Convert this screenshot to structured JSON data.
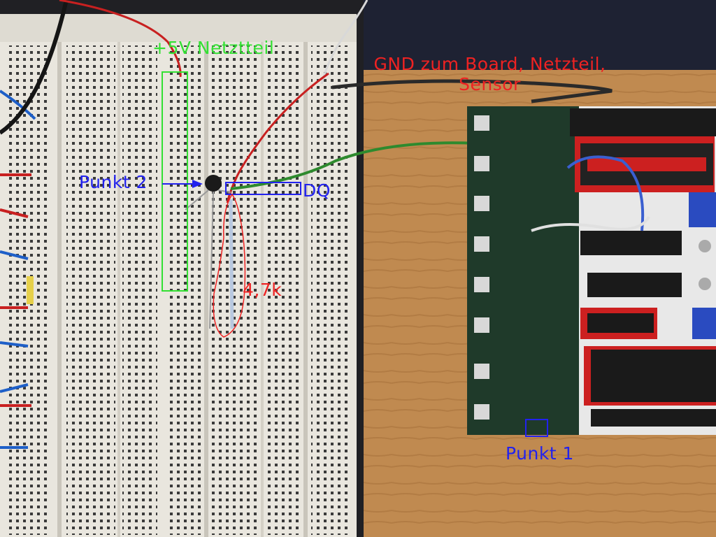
{
  "annotations": {
    "supply": "+5V Netztteil",
    "gnd_line1": "GND zum Board, Netzteil,",
    "gnd_line2": "Sensor",
    "point2": "Punkt 2",
    "dq": "DQ",
    "resistor": "4,7k",
    "point1": "Punkt 1"
  },
  "colors": {
    "green": "#33e033",
    "blue": "#2222ee",
    "red": "#ee2222",
    "breadboard": "#e9e6de",
    "pcb": "#1f3a2a",
    "desk": "#c08a50"
  }
}
